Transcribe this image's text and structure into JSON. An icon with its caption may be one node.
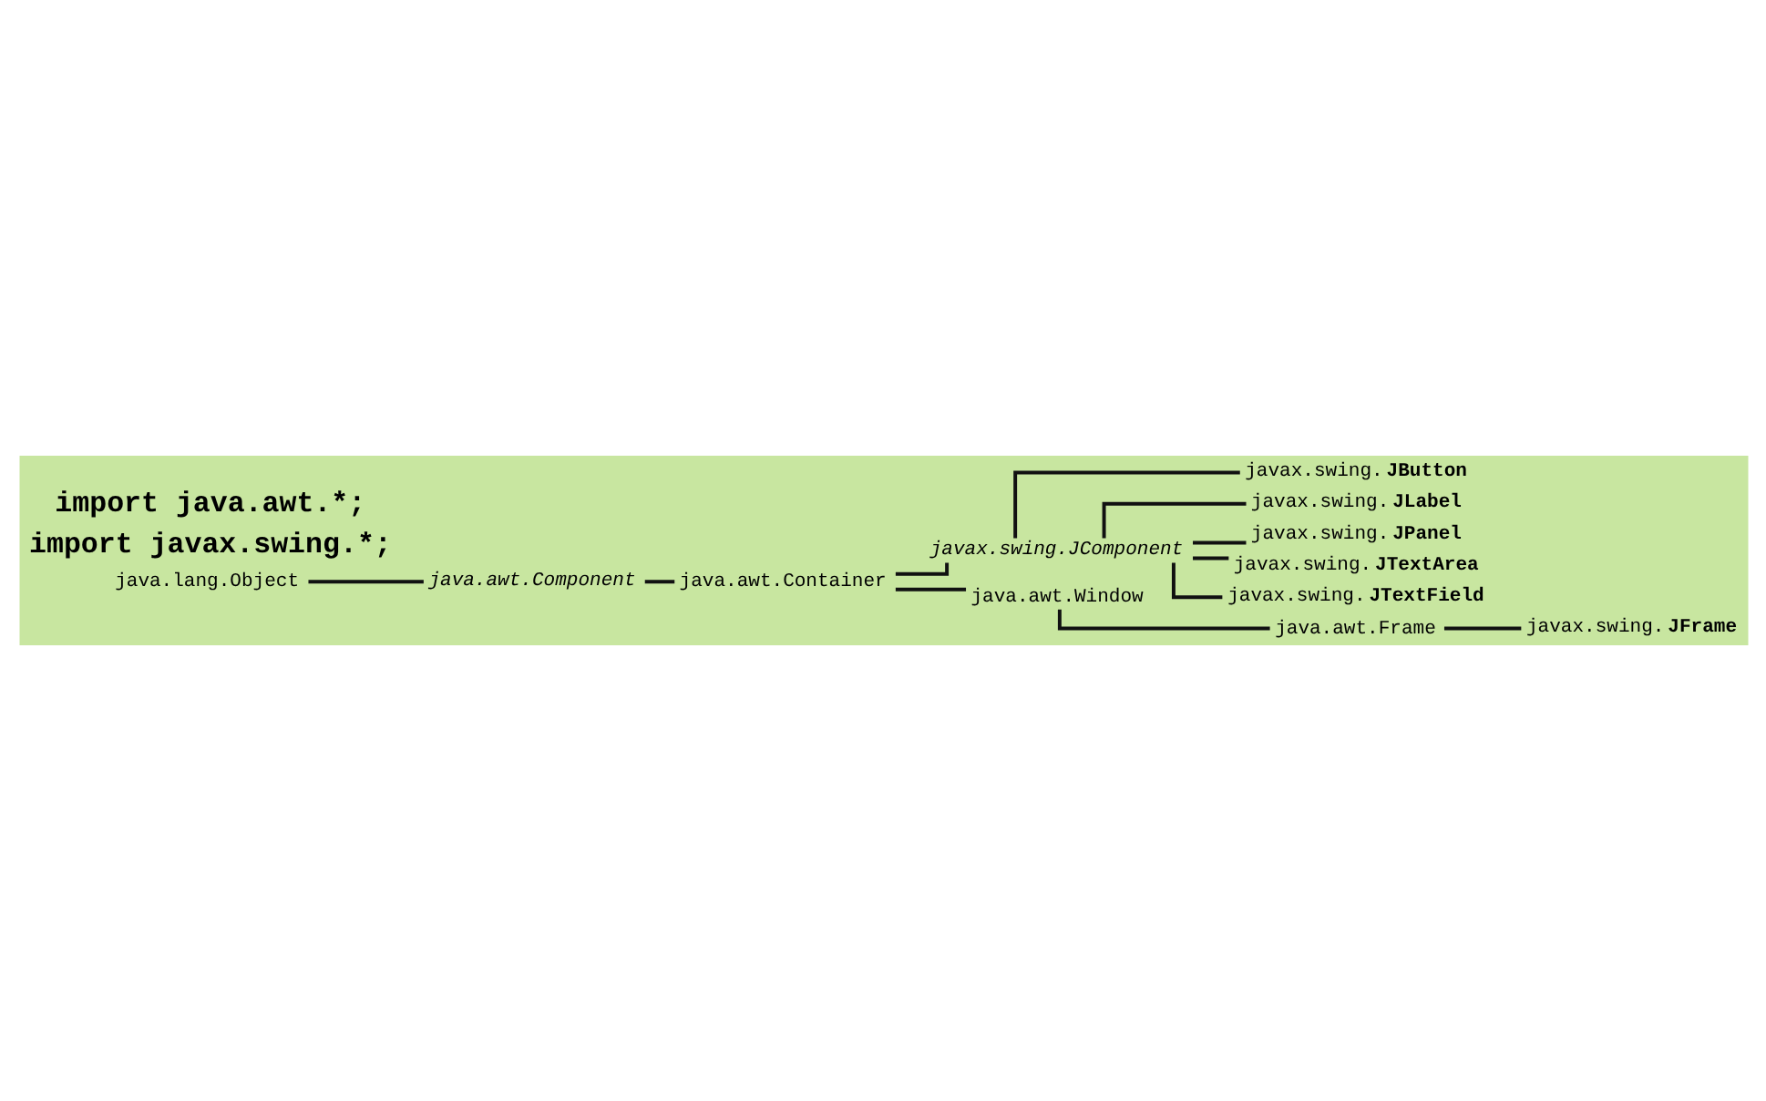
{
  "diagram": {
    "nodes": [
      {
        "text": [
          "java.lang.Object"
        ]
      },
      {
        "text": [
          "java.awt.Component"
        ]
      },
      {
        "text": [
          "java.awt.Container"
        ]
      },
      {
        "text": [
          "javax.swing.JComponent"
        ]
      },
      {
        "text": [
          "javax.swing.**JButton**"
        ]
      },
      {
        "text": [
          "javax.swing.**JLabel**"
        ]
      },
      {
        "text": [
          "javax.swing.**JPanel**"
        ]
      },
      {
        "text": [
          "javax.swing.**JTextArea**"
        ]
      },
      {
        "text": [
          "javax.swing.**JTextField**"
        ]
      },
      {
        "text": [
          "java.awt.Window"
        ]
      },
      {
        "text": [
          "java.awt.Frame"
        ]
      },
      {
        "text": [
          "javax.swing.**JFrame**"
        ]
      }
    ],
    "edges": [
      {
        "from": 0,
        "to": 1,
        "arrow": "none"
      },
      {
        "from": 1,
        "to": 2,
        "arrow": "none"
      },
      {
        "from": 2,
        "to": 3,
        "arrow": "none"
      },
      {
        "from": 3,
        "to": 4,
        "arrow": "none"
      },
      {
        "from": 3,
        "to": 5,
        "arrow": "none"
      },
      {
        "from": 3,
        "to": 6,
        "arrow": "none"
      },
      {
        "from": 3,
        "to": 7,
        "arrow": "none"
      },
      {
        "from": 3,
        "to": 8,
        "arrow": "none"
      },
      {
        "from": 2,
        "to": 9,
        "arrow": "none"
      },
      {
        "from": 9,
        "to": 10,
        "arrow": "none"
      },
      {
        "from": 10,
        "to": 11,
        "arrow": "none"
      }
    ],
    "labels": [
      "import java.awt.*;",
      "import javax.swing.*;"
    ]
  }
}
